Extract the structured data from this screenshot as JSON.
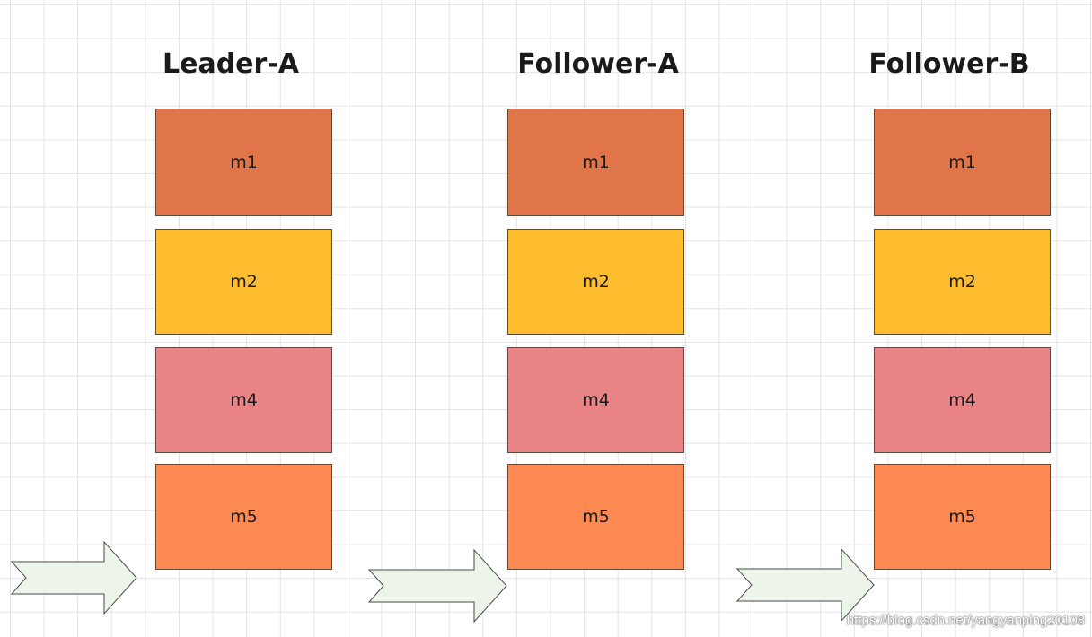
{
  "columns": [
    {
      "title": "Leader-A",
      "blocks": [
        {
          "label": "m1",
          "color": "#df7548"
        },
        {
          "label": "m2",
          "color": "#fdbd2e"
        },
        {
          "label": "m4",
          "color": "#e98586"
        },
        {
          "label": "m5",
          "color": "#fd8a52"
        }
      ]
    },
    {
      "title": "Follower-A",
      "blocks": [
        {
          "label": "m1",
          "color": "#df7548"
        },
        {
          "label": "m2",
          "color": "#fdbd2e"
        },
        {
          "label": "m4",
          "color": "#e98586"
        },
        {
          "label": "m5",
          "color": "#fd8a52"
        }
      ]
    },
    {
      "title": "Follower-B",
      "blocks": [
        {
          "label": "m1",
          "color": "#df7548"
        },
        {
          "label": "m2",
          "color": "#fdbd2e"
        },
        {
          "label": "m4",
          "color": "#e98586"
        },
        {
          "label": "m5",
          "color": "#fd8a52"
        }
      ]
    }
  ],
  "arrow_fill": "#edf4ea",
  "arrow_stroke": "#4a4a4a",
  "watermark": "https://blog.csdn.net/yangyanping20108"
}
